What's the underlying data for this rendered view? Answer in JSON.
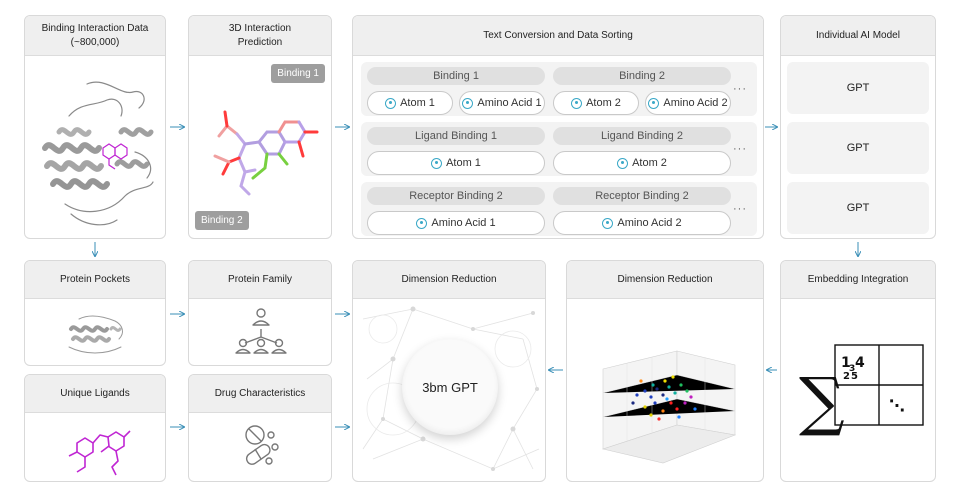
{
  "panels": {
    "binding_data": {
      "title_line1": "Binding Interaction Data",
      "title_line2": "(~800,000)"
    },
    "prediction_3d": {
      "title_line1": "3D Interaction",
      "title_line2": "Prediction",
      "tag_top": "Binding 1",
      "tag_bottom": "Binding 2"
    },
    "text_conversion": {
      "title": "Text Conversion and Data Sorting",
      "rows": [
        {
          "left_label": "Binding 1",
          "left_pills": [
            "Atom 1",
            "Amino Acid 1"
          ],
          "right_label": "Binding 2",
          "right_pills": [
            "Atom 2",
            "Amino Acid 2"
          ],
          "more": "···"
        },
        {
          "left_label": "Ligand Binding 1",
          "left_pill": "Atom 1",
          "right_label": "Ligand Binding 2",
          "right_pill": "Atom 2",
          "more": "···"
        },
        {
          "left_label": "Receptor Binding 2",
          "left_pill": "Amino Acid 1",
          "right_label": "Receptor Binding 2",
          "right_pill": "Amino Acid 2",
          "more": "···"
        }
      ]
    },
    "individual_ai": {
      "title": "Individual AI Model",
      "models": [
        "GPT",
        "GPT",
        "GPT"
      ]
    },
    "protein_pockets": {
      "title": "Protein Pockets"
    },
    "protein_family": {
      "title": "Protein Family"
    },
    "unique_ligands": {
      "title": "Unique Ligands"
    },
    "drug_characteristics": {
      "title": "Drug Characteristics"
    },
    "dimension_reduction_main": {
      "title": "Dimension Reduction",
      "center": "3bm GPT"
    },
    "dimension_reduction_scatter": {
      "title": "Dimension Reduction"
    },
    "embedding_integration": {
      "title": "Embedding Integration",
      "matrix_numerals": [
        "1",
        "3",
        "4",
        "2",
        "5"
      ],
      "ellipsis": "⋱"
    }
  },
  "colors": {
    "accent": "#3aa8c7",
    "ligand": "#c026d3",
    "arrow": "#3a8fb7"
  }
}
